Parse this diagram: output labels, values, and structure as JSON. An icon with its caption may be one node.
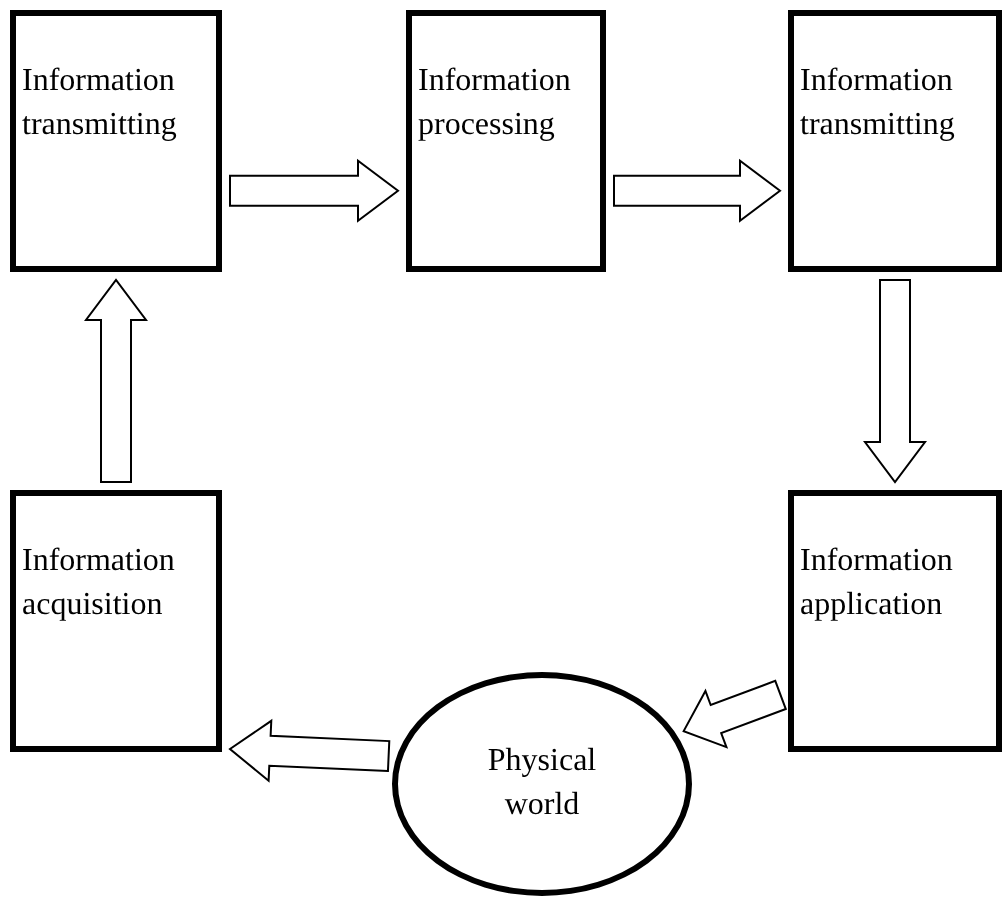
{
  "diagram": {
    "nodes": [
      {
        "text": [
          "Information transmitting"
        ]
      },
      {
        "text": [
          "Information processing"
        ]
      },
      {
        "text": [
          "Information transmitting"
        ]
      },
      {
        "text": [
          "Information acquisition"
        ]
      },
      {
        "text": [
          "Information application"
        ]
      },
      {
        "text": [
          "Physical world"
        ]
      }
    ],
    "edges": [
      {
        "from": 0,
        "to": 1,
        "arrow": "to"
      },
      {
        "from": 1,
        "to": 2,
        "arrow": "to"
      },
      {
        "from": 2,
        "to": 4,
        "arrow": "to"
      },
      {
        "from": 4,
        "to": 5,
        "arrow": "to"
      },
      {
        "from": 5,
        "to": 3,
        "arrow": "to"
      },
      {
        "from": 3,
        "to": 0,
        "arrow": "to"
      }
    ]
  }
}
